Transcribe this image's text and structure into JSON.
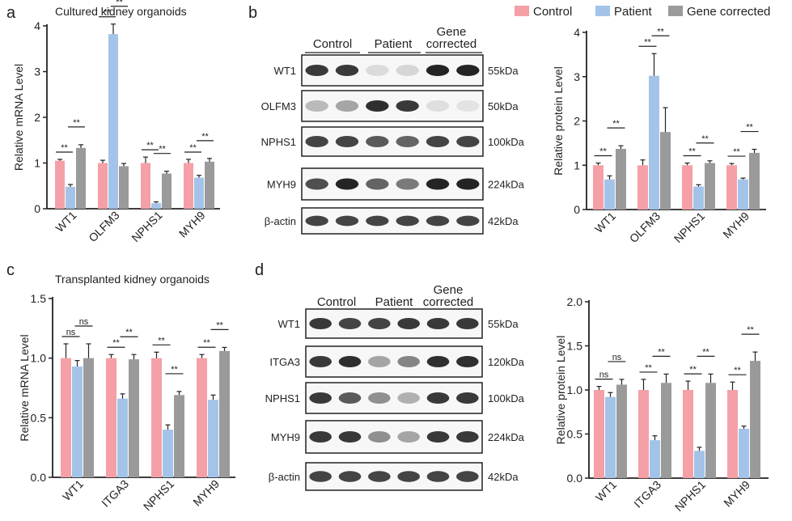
{
  "legend": {
    "items": [
      {
        "label": "Control",
        "color": "#f4a0a6"
      },
      {
        "label": "Patient",
        "color": "#a3c4e8"
      },
      {
        "label": "Gene corrected",
        "color": "#9a9a9a"
      }
    ]
  },
  "panels": {
    "a": {
      "letter": "a",
      "subtitle": "Cultured kidney organoids"
    },
    "b": {
      "letter": "b",
      "lane_groups": [
        "Control",
        "Patient",
        "Gene\ncorrected"
      ],
      "rows": [
        {
          "label": "WT1",
          "kda": "55kDa",
          "intensity": [
            0.85,
            0.85,
            0.1,
            0.12,
            0.95,
            0.95
          ]
        },
        {
          "label": "OLFM3",
          "kda": "50kDa",
          "intensity": [
            0.25,
            0.35,
            0.9,
            0.85,
            0.08,
            0.06
          ]
        },
        {
          "label": "NPHS1",
          "kda": "100kDa",
          "intensity": [
            0.8,
            0.8,
            0.7,
            0.65,
            0.8,
            0.8
          ]
        },
        {
          "label": "MYH9",
          "kda": "224kDa",
          "intensity": [
            0.75,
            0.95,
            0.65,
            0.55,
            0.95,
            0.95
          ]
        },
        {
          "label": "β-actin",
          "kda": "42kDa",
          "intensity": [
            0.8,
            0.8,
            0.8,
            0.8,
            0.8,
            0.8
          ]
        }
      ]
    },
    "c": {
      "letter": "c",
      "subtitle": "Transplanted kidney organoids"
    },
    "d": {
      "letter": "d",
      "lane_groups": [
        "Control",
        "Patient",
        "Gene\ncorrected"
      ],
      "rows": [
        {
          "label": "WT1",
          "kda": "55kDa",
          "intensity": [
            0.85,
            0.8,
            0.8,
            0.85,
            0.85,
            0.85
          ]
        },
        {
          "label": "ITGA3",
          "kda": "120kDa",
          "intensity": [
            0.85,
            0.9,
            0.35,
            0.5,
            0.9,
            0.9
          ]
        },
        {
          "label": "NPHS1",
          "kda": "100kDa",
          "intensity": [
            0.85,
            0.7,
            0.45,
            0.3,
            0.85,
            0.85
          ]
        },
        {
          "label": "MYH9",
          "kda": "224kDa",
          "intensity": [
            0.85,
            0.85,
            0.45,
            0.35,
            0.85,
            0.85
          ]
        },
        {
          "label": "β-actin",
          "kda": "42kDa",
          "intensity": [
            0.8,
            0.8,
            0.8,
            0.8,
            0.8,
            0.8
          ]
        }
      ]
    }
  },
  "chart_data": [
    {
      "panel": "a",
      "type": "bar",
      "ylabel": "Relative mRNA Level",
      "ylim": [
        0,
        4
      ],
      "yticks": [
        0,
        1,
        2,
        3,
        4
      ],
      "categories": [
        "WT1",
        "OLFM3",
        "NPHS1",
        "MYH9"
      ],
      "series": [
        {
          "name": "Control",
          "color": "#f4a0a6",
          "values": [
            1.05,
            1.0,
            1.0,
            1.0
          ],
          "errors": [
            0.03,
            0.06,
            0.13,
            0.08
          ]
        },
        {
          "name": "Patient",
          "color": "#a3c4e8",
          "values": [
            0.48,
            3.82,
            0.12,
            0.68
          ],
          "errors": [
            0.05,
            0.22,
            0.03,
            0.05
          ]
        },
        {
          "name": "Gene corrected",
          "color": "#9a9a9a",
          "values": [
            1.33,
            0.93,
            0.77,
            1.03
          ],
          "errors": [
            0.07,
            0.06,
            0.05,
            0.07
          ]
        }
      ],
      "sig_low": [
        "**",
        "**",
        "**",
        "**"
      ],
      "sig_high": [
        "**",
        "**",
        "**",
        "**"
      ]
    },
    {
      "panel": "b",
      "type": "bar",
      "ylabel": "Relative protein Level",
      "ylim": [
        0,
        4
      ],
      "yticks": [
        0,
        1,
        2,
        3,
        4
      ],
      "categories": [
        "WT1",
        "OLFM3",
        "NPHS1",
        "MYH9"
      ],
      "series": [
        {
          "name": "Control",
          "color": "#f4a0a6",
          "values": [
            1.0,
            1.0,
            1.0,
            1.0
          ],
          "errors": [
            0.05,
            0.12,
            0.05,
            0.04
          ]
        },
        {
          "name": "Patient",
          "color": "#a3c4e8",
          "values": [
            0.68,
            3.02,
            0.52,
            0.68
          ],
          "errors": [
            0.08,
            0.5,
            0.04,
            0.03
          ]
        },
        {
          "name": "Gene corrected",
          "color": "#9a9a9a",
          "values": [
            1.37,
            1.75,
            1.05,
            1.28
          ],
          "errors": [
            0.07,
            0.55,
            0.05,
            0.08
          ]
        }
      ],
      "sig_low": [
        "**",
        "**",
        "**",
        "**"
      ],
      "sig_high": [
        "**",
        "**",
        "**",
        "**"
      ]
    },
    {
      "panel": "c",
      "type": "bar",
      "ylabel": "Relative mRNA Level",
      "ylim": [
        0,
        1.5
      ],
      "yticks": [
        0.0,
        0.5,
        1.0,
        1.5
      ],
      "categories": [
        "WT1",
        "ITGA3",
        "NPHS1",
        "MYH9"
      ],
      "series": [
        {
          "name": "Control",
          "color": "#f4a0a6",
          "values": [
            1.0,
            1.0,
            1.0,
            1.0
          ],
          "errors": [
            0.12,
            0.03,
            0.05,
            0.03
          ]
        },
        {
          "name": "Patient",
          "color": "#a3c4e8",
          "values": [
            0.93,
            0.66,
            0.4,
            0.65
          ],
          "errors": [
            0.05,
            0.04,
            0.04,
            0.04
          ]
        },
        {
          "name": "Gene corrected",
          "color": "#9a9a9a",
          "values": [
            1.0,
            0.99,
            0.69,
            1.06
          ],
          "errors": [
            0.12,
            0.04,
            0.03,
            0.03
          ]
        }
      ],
      "sig_low": [
        "ns",
        "**",
        "**",
        "**"
      ],
      "sig_high": [
        "ns",
        "**",
        "**",
        "**"
      ]
    },
    {
      "panel": "d",
      "type": "bar",
      "ylabel": "Relative protein Level",
      "ylim": [
        0,
        2.0
      ],
      "yticks": [
        0.0,
        0.5,
        1.0,
        1.5,
        2.0
      ],
      "categories": [
        "WT1",
        "ITGA3",
        "NPHS1",
        "MYH9"
      ],
      "series": [
        {
          "name": "Control",
          "color": "#f4a0a6",
          "values": [
            1.0,
            1.0,
            1.0,
            1.0
          ],
          "errors": [
            0.04,
            0.12,
            0.1,
            0.09
          ]
        },
        {
          "name": "Patient",
          "color": "#a3c4e8",
          "values": [
            0.92,
            0.43,
            0.31,
            0.56
          ],
          "errors": [
            0.05,
            0.05,
            0.04,
            0.03
          ]
        },
        {
          "name": "Gene corrected",
          "color": "#9a9a9a",
          "values": [
            1.06,
            1.08,
            1.08,
            1.33
          ],
          "errors": [
            0.06,
            0.1,
            0.1,
            0.1
          ]
        }
      ],
      "sig_low": [
        "ns",
        "**",
        "**",
        "**"
      ],
      "sig_high": [
        "ns",
        "**",
        "**",
        "**"
      ]
    }
  ]
}
